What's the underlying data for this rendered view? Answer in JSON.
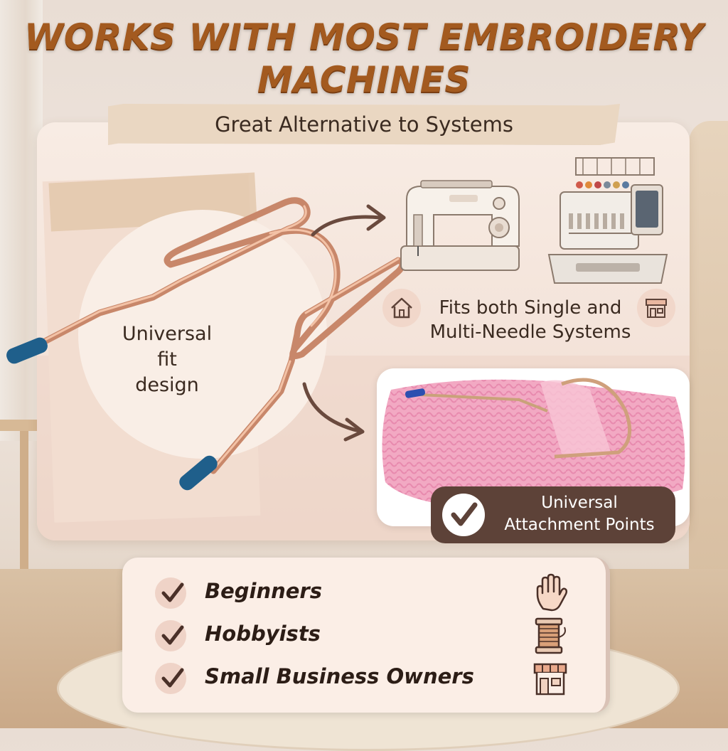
{
  "header": {
    "title_line1": "WORKS WITH MOST EMBROIDERY",
    "title_line2": "MACHINES",
    "banner": "Great Alternative to Systems"
  },
  "left": {
    "fit_label_line1": "Universal",
    "fit_label_line2": "fit",
    "fit_label_line3": "design"
  },
  "right_top": {
    "fits_line1": "Fits both Single and",
    "fits_line2": "Multi-Needle Systems",
    "icons": [
      "house-icon",
      "storefront-icon",
      "sewing-machine-icon",
      "embroidery-machine-icon"
    ]
  },
  "right_bottom": {
    "attach_line1": "Universal",
    "attach_line2": "Attachment Points"
  },
  "audience": {
    "items": [
      {
        "label": "Beginners",
        "icon": "hand-icon"
      },
      {
        "label": "Hobbyists",
        "icon": "thread-spool-icon"
      },
      {
        "label": "Small Business Owners",
        "icon": "storefront-icon"
      }
    ]
  },
  "colors": {
    "title": "#a35a1f",
    "accent_dark": "#5d4238",
    "tip_blue": "#1f5f8b",
    "wire": "#d49a7a"
  }
}
